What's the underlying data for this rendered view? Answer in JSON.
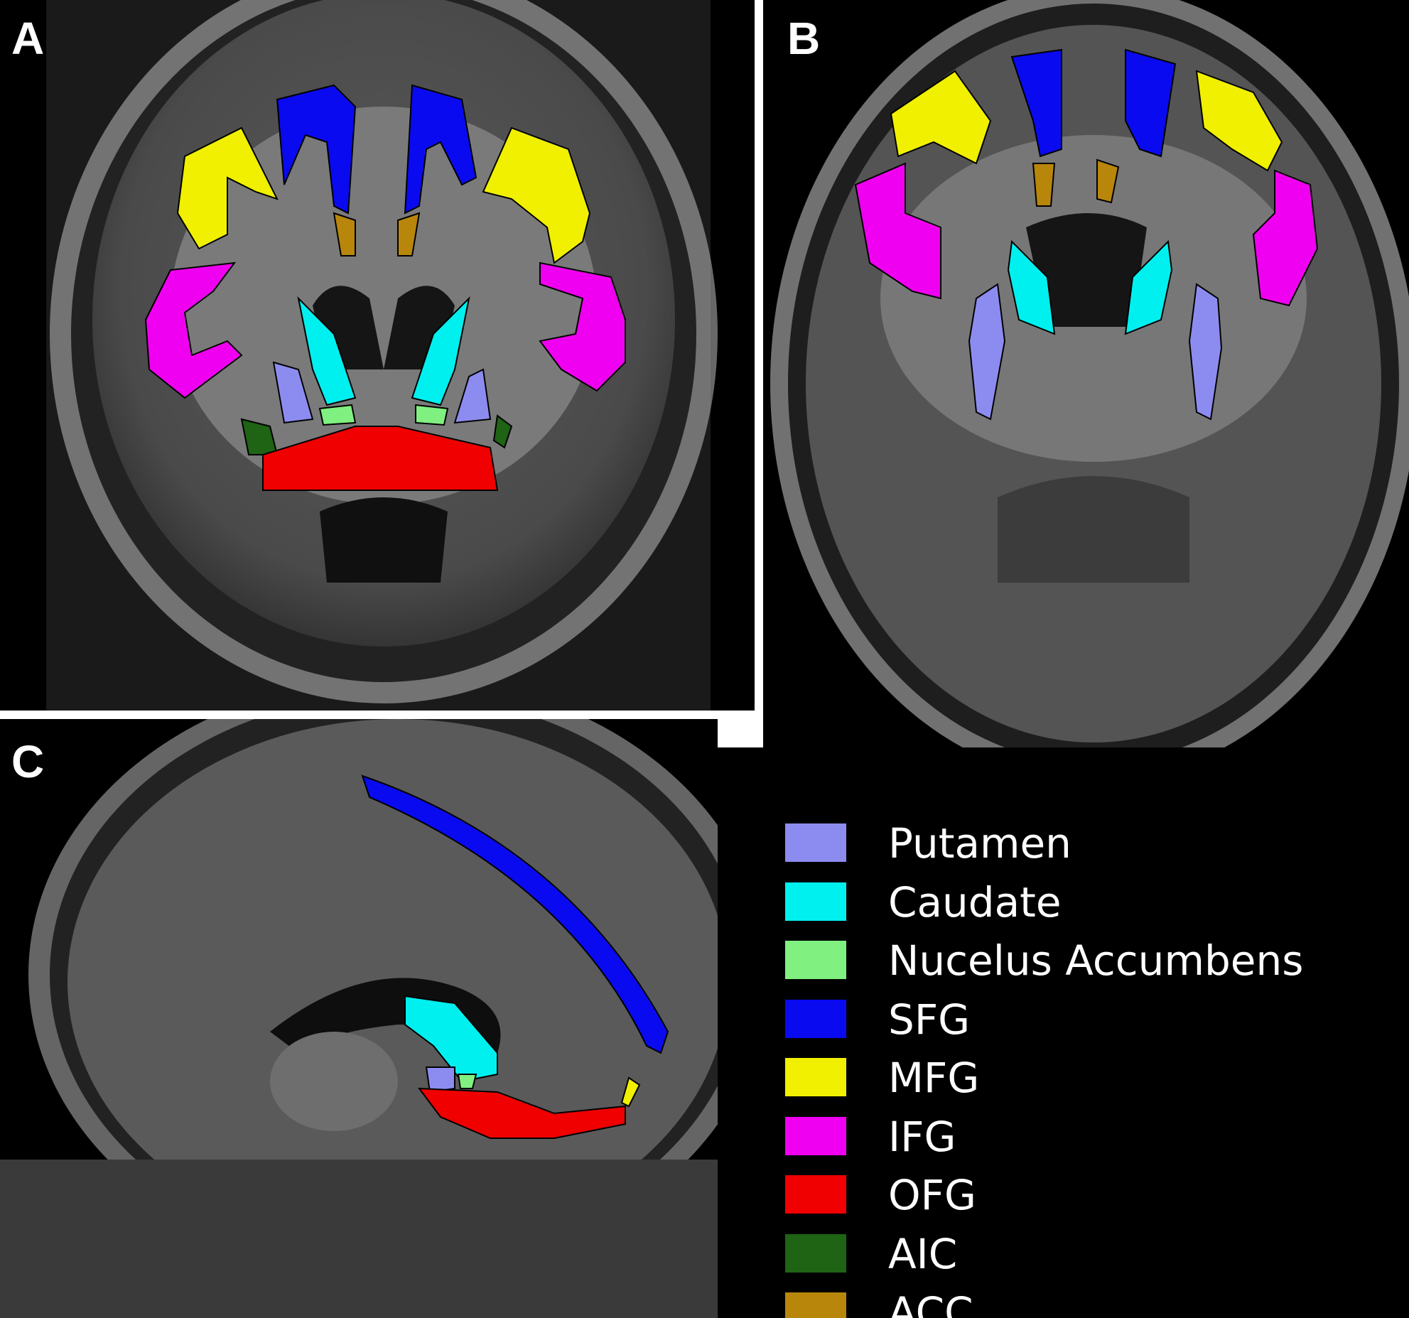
{
  "panels": [
    {
      "letter": "A",
      "view": "coronal"
    },
    {
      "letter": "B",
      "view": "axial"
    },
    {
      "letter": "C",
      "view": "sagittal"
    }
  ],
  "legend": [
    {
      "label": "Putamen",
      "color": "#8c8cf0"
    },
    {
      "label": "Caudate",
      "color": "#00f0f0"
    },
    {
      "label": "Nucelus Accumbens",
      "color": "#80f080"
    },
    {
      "label": "SFG",
      "color": "#0a0af0"
    },
    {
      "label": "MFG",
      "color": "#f0f000"
    },
    {
      "label": "IFG",
      "color": "#f000f0"
    },
    {
      "label": "OFG",
      "color": "#f00000"
    },
    {
      "label": "AIC",
      "color": "#1e6414"
    },
    {
      "label": "ACC",
      "color": "#b8860b"
    }
  ]
}
